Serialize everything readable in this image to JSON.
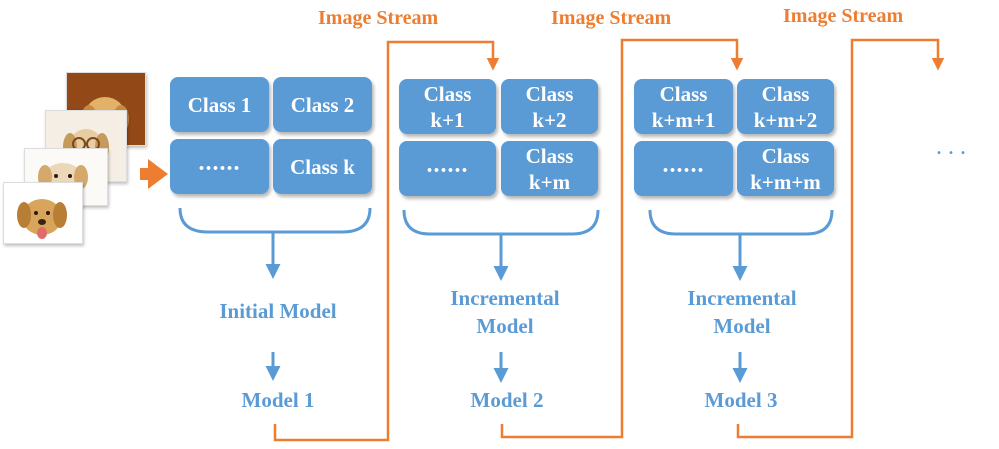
{
  "stream_label": "Image Stream",
  "stage1": {
    "classes": [
      "Class 1",
      "Class 2",
      "......",
      "Class k"
    ],
    "model_label": "Initial Model",
    "output_label": "Model 1"
  },
  "stage2": {
    "classes": [
      "Class\nk+1",
      "Class\nk+2",
      "......",
      "Class\nk+m"
    ],
    "model_label": "Incremental\nModel",
    "output_label": "Model 2"
  },
  "stage3": {
    "classes": [
      "Class\nk+m+1",
      "Class\nk+m+2",
      "......",
      "Class\nk+m+m"
    ],
    "model_label": "Incremental\nModel",
    "output_label": "Model 3"
  },
  "continuation": "...",
  "colors": {
    "box_fill": "#5b9bd5",
    "box_text": "#ffffff",
    "label_text": "#5b9bd5",
    "stream_arrow": "#ed7d31"
  }
}
